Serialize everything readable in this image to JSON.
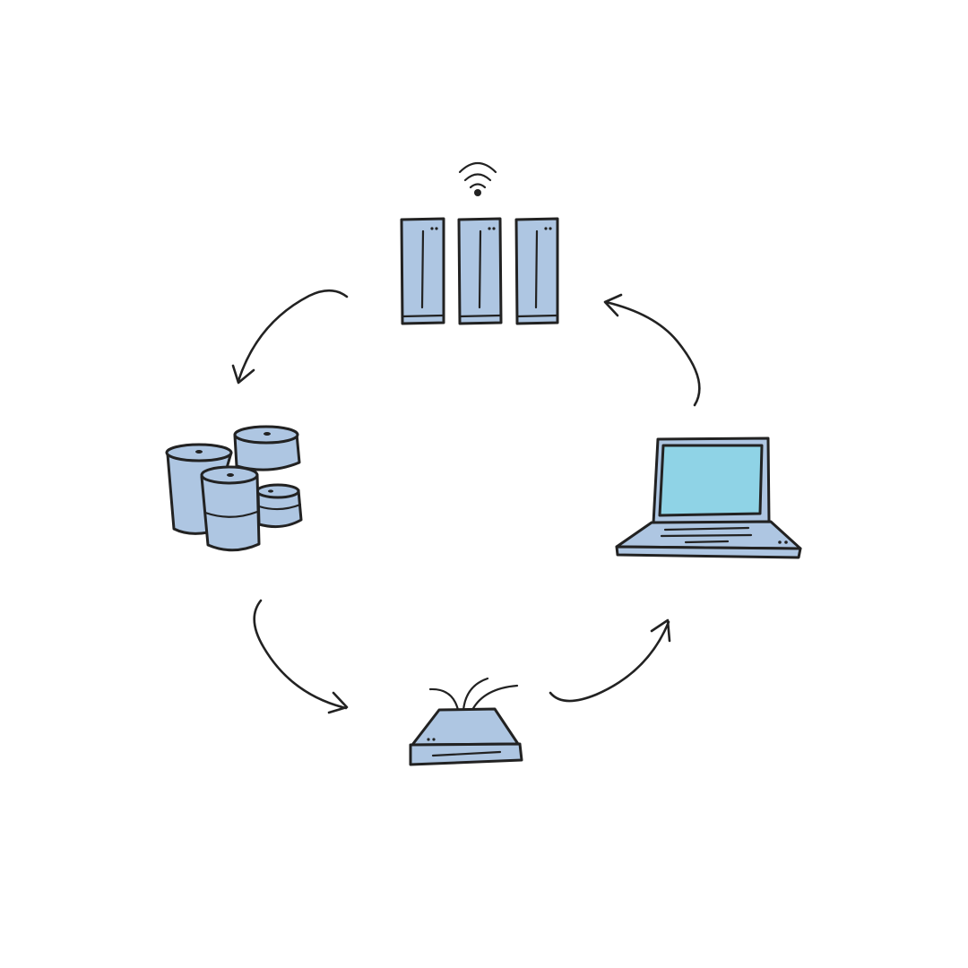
{
  "colors": {
    "ink": "#222222",
    "device_fill": "#aec6e2",
    "screen_fill": "#8fd3e6",
    "background": "#ffffff"
  },
  "nodes": [
    {
      "id": "server-rack",
      "icon": "server-rack-icon"
    },
    {
      "id": "database",
      "icon": "database-cylinders-icon"
    },
    {
      "id": "router",
      "icon": "router-icon"
    },
    {
      "id": "laptop",
      "icon": "laptop-icon"
    }
  ],
  "cycle": [
    "server-rack",
    "database",
    "router",
    "laptop",
    "server-rack"
  ]
}
